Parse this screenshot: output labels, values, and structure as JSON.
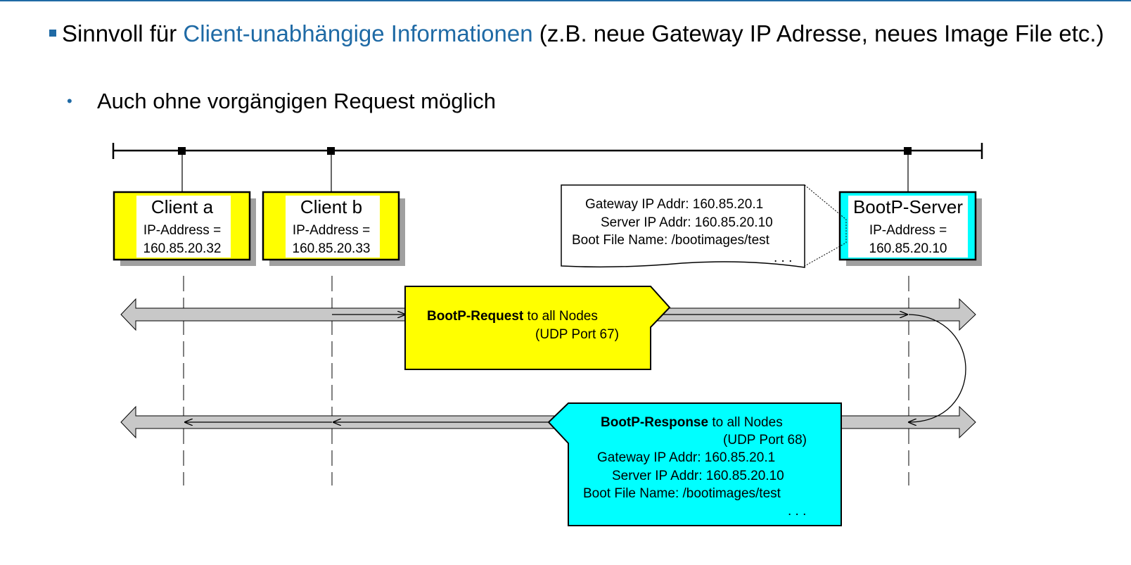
{
  "bullets": {
    "main_pre": "Sinnvoll für ",
    "main_highlight": "Client-unabhängige Informationen",
    "main_post": " (z.B. neue Gateway IP Adresse, neues Image File etc.)",
    "sub": "Auch ohne vorgängigen Request möglich"
  },
  "nodes": [
    {
      "title": "Client a",
      "line1": "IP-Address =",
      "line2": "160.85.20.32"
    },
    {
      "title": "Client b",
      "line1": "IP-Address =",
      "line2": "160.85.20.33"
    },
    {
      "title": "BootP-Server",
      "line1": "IP-Address =",
      "line2": "160.85.20.10"
    }
  ],
  "note": {
    "l1": "Gateway IP Addr:   160.85.20.1",
    "l2": "Server IP Addr: 160.85.20.10",
    "l3": "Boot File Name: /bootimages/test",
    "l4": ". . ."
  },
  "request": {
    "bold": "BootP-Request",
    "rest": " to all Nodes",
    "port": "(UDP Port 67)"
  },
  "response": {
    "bold": "BootP-Response",
    "rest": " to all Nodes",
    "port": "(UDP Port 68)",
    "l1": "Gateway IP Addr:   160.85.20.1",
    "l2": "Server IP Addr: 160.85.20.10",
    "l3": "Boot File Name: /bootimages/test",
    "l4": ". . ."
  },
  "colors": {
    "client": "#ffff00",
    "server": "#00ffff",
    "accent": "#1f6aa5",
    "bus": "#c8c8c8"
  }
}
